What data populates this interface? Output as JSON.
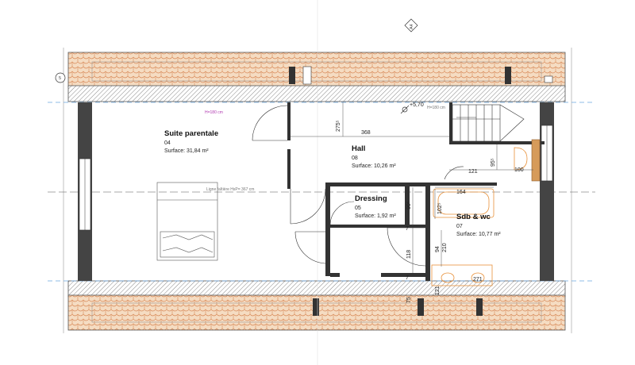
{
  "colors": {
    "roof_tile": "#f5dcc2",
    "tile_line": "#d98b5a",
    "wall": "#444444",
    "wall_dark": "#333333",
    "dash_blue": "#6ba7e0",
    "magenta": "#b03ab0",
    "fixture_orange": "#e8913a",
    "wood": "#d69b5a"
  },
  "rooms": [
    {
      "id": "suite",
      "name": "Suite parentale",
      "number": "04",
      "surface": "Surface: 31,84 m²"
    },
    {
      "id": "hall",
      "name": "Hall",
      "number": "08",
      "surface": "Surface: 10,26 m²"
    },
    {
      "id": "dressing",
      "name": "Dressing",
      "number": "05",
      "surface": "Surface: 1,92 m²"
    },
    {
      "id": "sdb",
      "name": "Sdb & wc",
      "number": "07",
      "surface": "Surface: 10,77 m²"
    }
  ],
  "dimensions": {
    "d275": "275⁵",
    "d368": "368",
    "d121": "121",
    "d95": "95⁵",
    "d100": "100",
    "d164": "164",
    "d102": "102⁵",
    "d90": "90⁵",
    "d7a": "7",
    "d7b": "7",
    "d118": "118",
    "d94": "94",
    "d210": "210",
    "d121b": "121",
    "d271": "271",
    "d75": "75"
  },
  "annotations": {
    "level": "+5,70",
    "h180_left": "H=180 cm",
    "h180_right": "H=180 cm",
    "ligne_faitiere": "Ligne faîtière HsP= 367 cm",
    "section_marker": "A4",
    "axis_marker": "5"
  }
}
